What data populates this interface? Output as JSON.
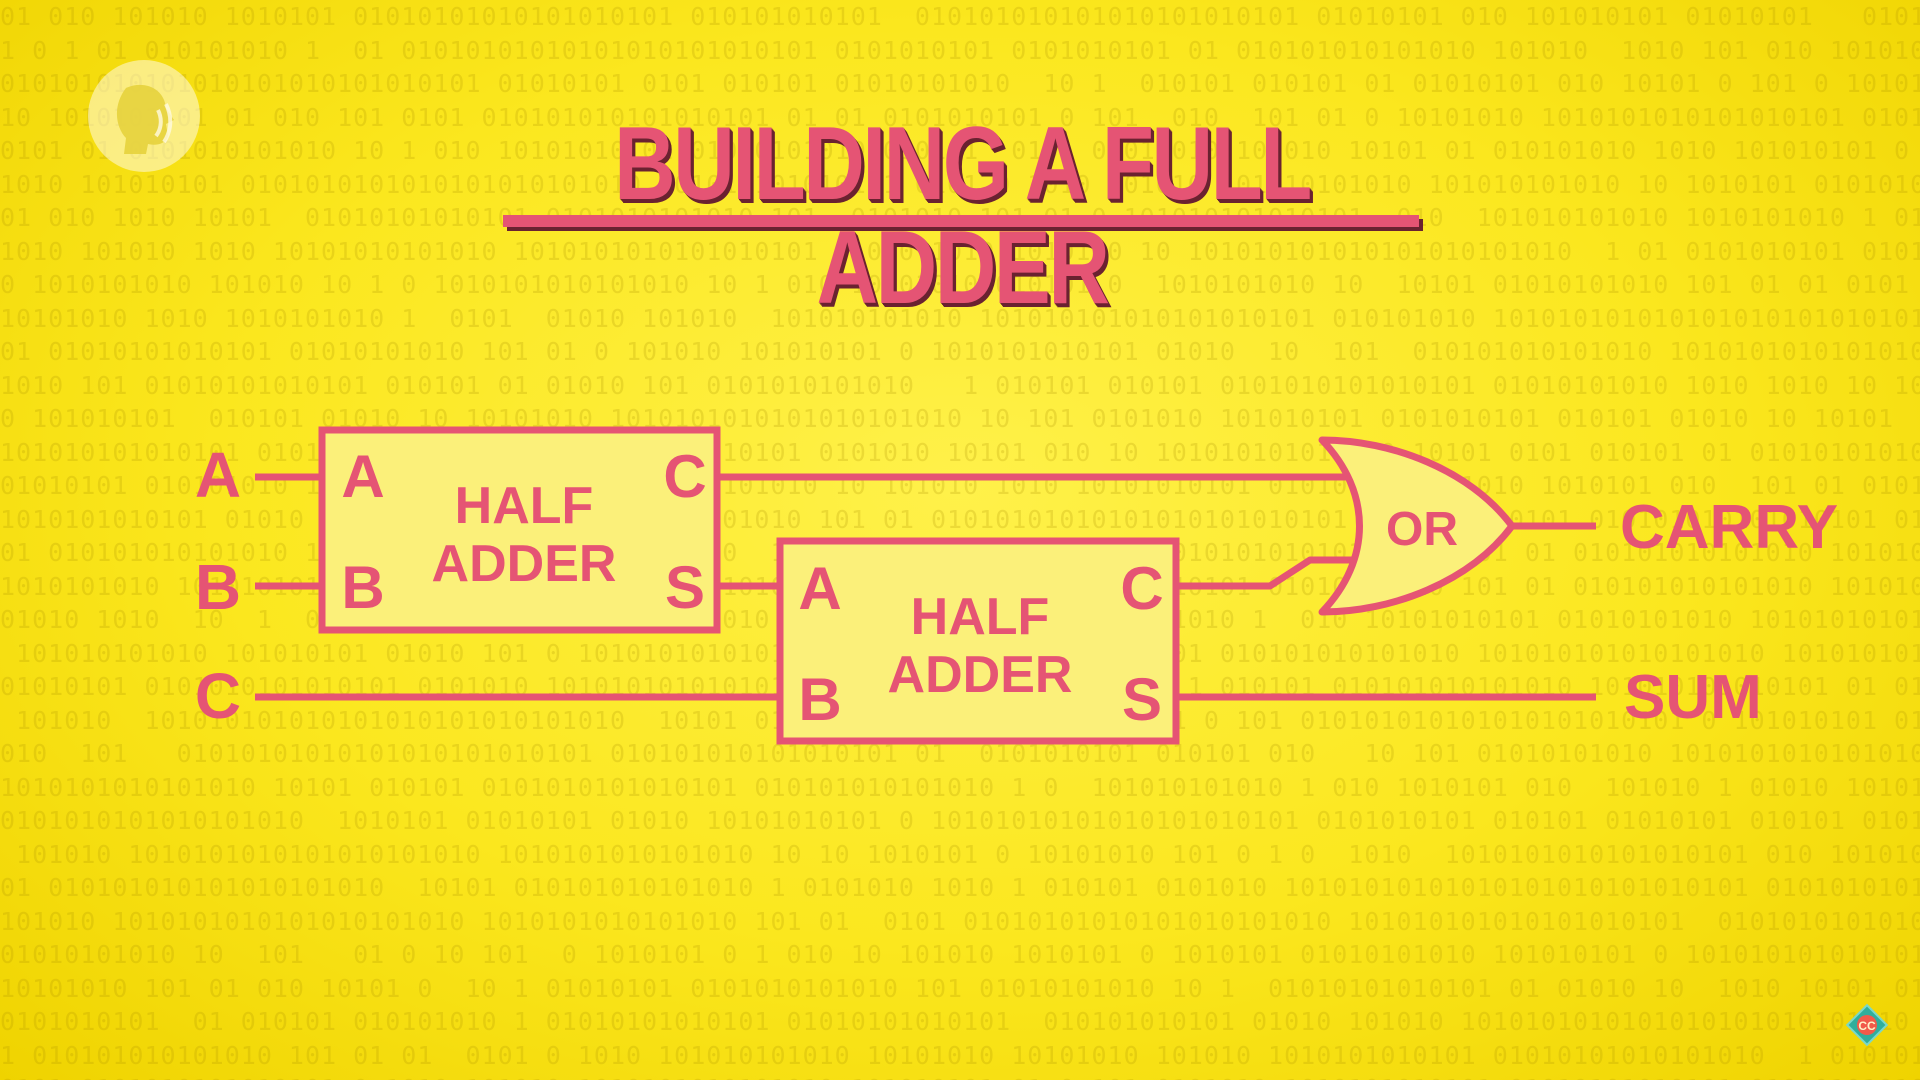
{
  "title": "BUILDING A FULL ADDER",
  "inputs": {
    "a": "A",
    "b": "B",
    "c": "C"
  },
  "half_adder_1": {
    "label_line1": "HALF",
    "label_line2": "ADDER",
    "port_a": "A",
    "port_b": "B",
    "port_c": "C",
    "port_s": "S"
  },
  "half_adder_2": {
    "label_line1": "HALF",
    "label_line2": "ADDER",
    "port_a": "A",
    "port_b": "B",
    "port_c": "C",
    "port_s": "S"
  },
  "or_gate": {
    "label": "OR"
  },
  "outputs": {
    "carry": "CARRY",
    "sum": "SUM"
  },
  "badge": {
    "label": "CC"
  },
  "colors": {
    "background": "#fbe71e",
    "accent": "#e55474",
    "title_shadow": "#6a2230",
    "box_fill": "#fbf07a"
  },
  "icons": {
    "logo": "pbs-logo-icon",
    "badge": "crash-course-badge-icon"
  }
}
